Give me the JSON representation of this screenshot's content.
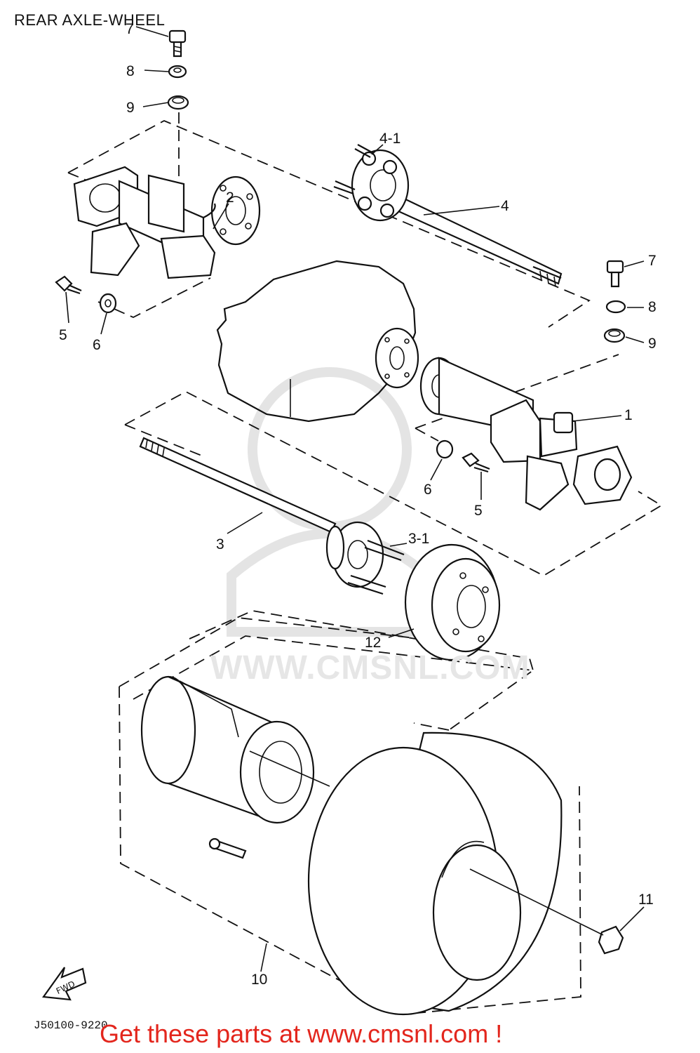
{
  "title": "REAR AXLE-WHEEL",
  "drawing_code": "J50100-9220",
  "watermark": "WWW.CMSNL.COM",
  "footer": "Get these parts at www.cmsnl.com !",
  "colors": {
    "footer": "#e3261d",
    "line": "#111111",
    "watermark": "#e6e6e6"
  },
  "fwd_label": "FWD",
  "callouts": [
    "7",
    "8",
    "9",
    "4-1",
    "2",
    "4",
    "7",
    "8",
    "5",
    "6",
    "9",
    "1",
    "6",
    "5",
    "3",
    "3-1",
    "12",
    "11",
    "10"
  ]
}
